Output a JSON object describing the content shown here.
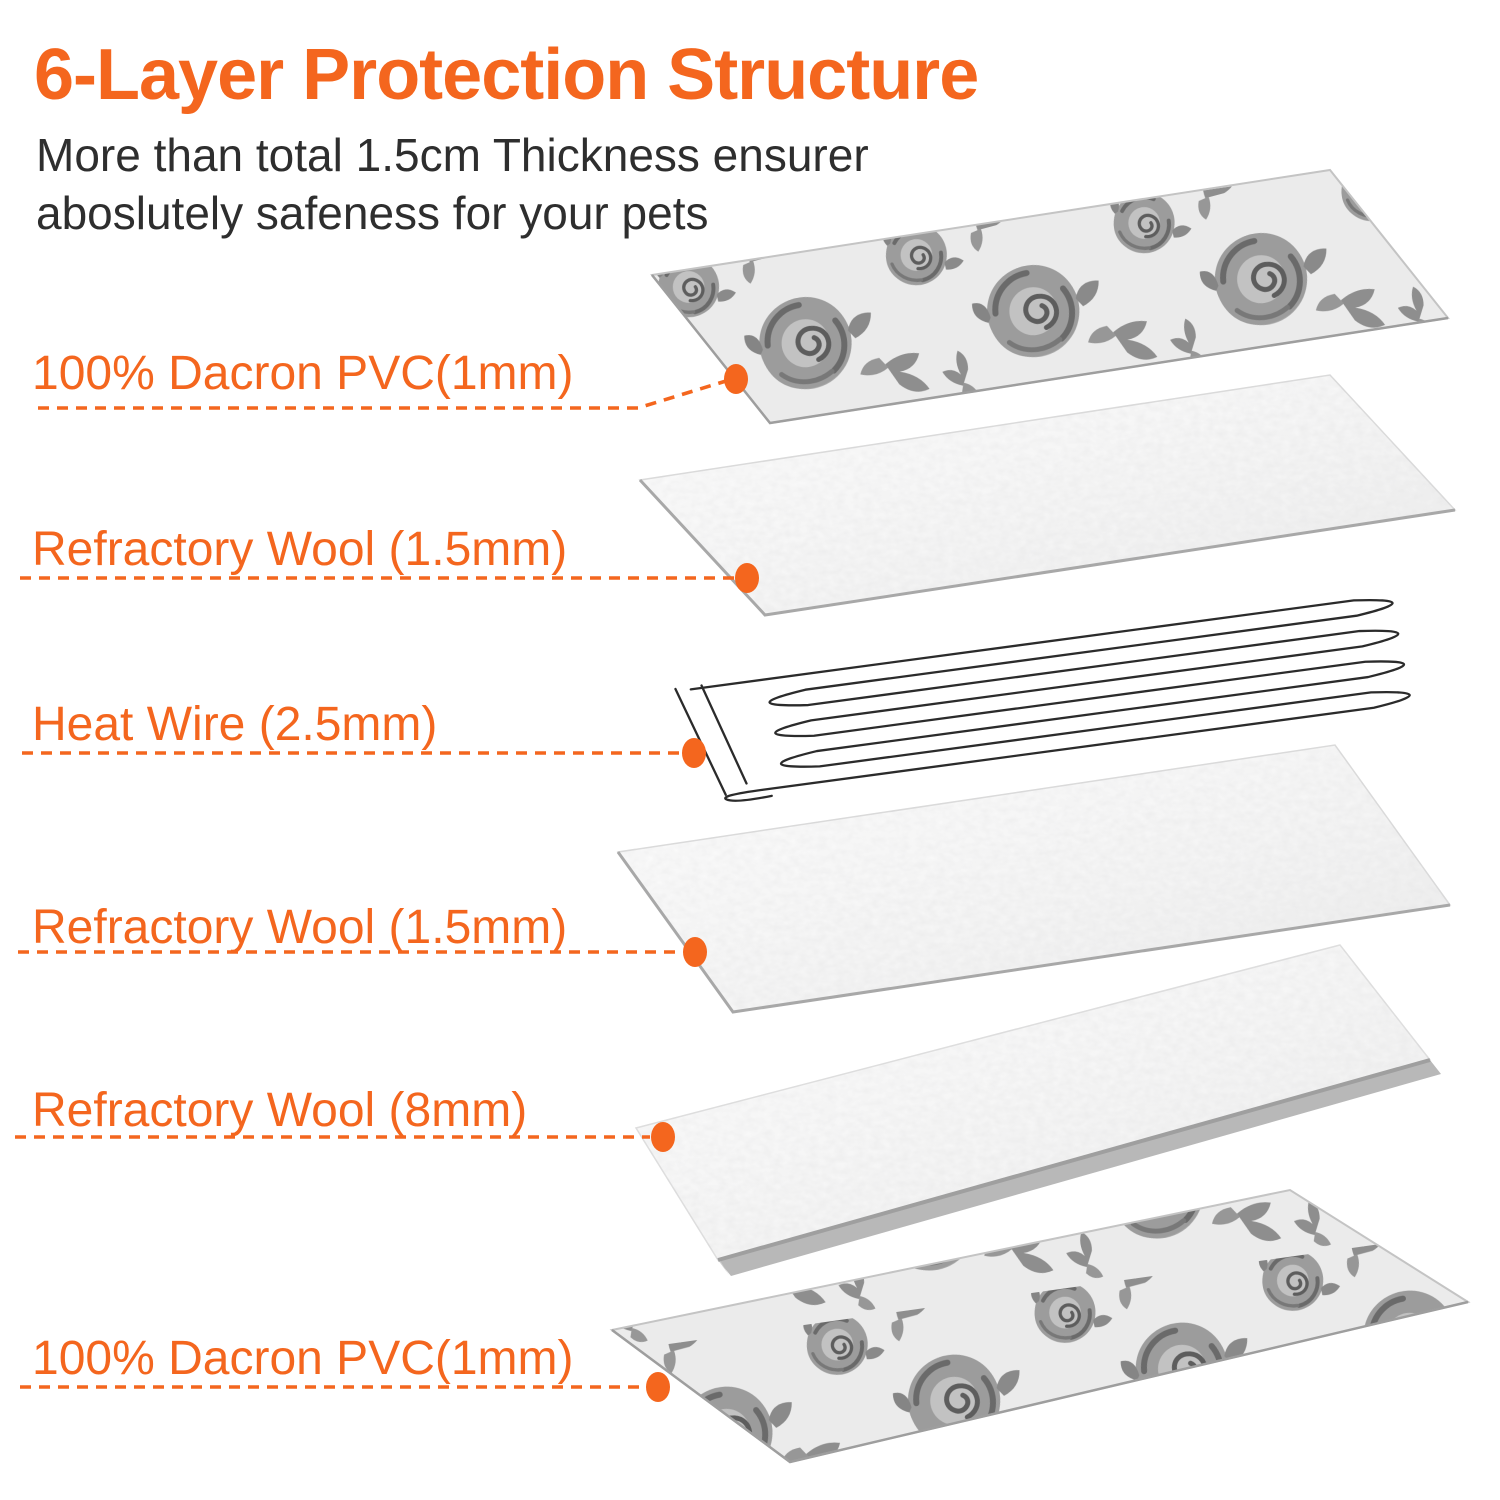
{
  "header": {
    "title": "6-Layer Protection Structure",
    "subtitle_line1": "More than total 1.5cm Thickness ensurer",
    "subtitle_line2": "aboslutely safeness for your pets"
  },
  "colors": {
    "accent_orange": "#F4661E",
    "subtitle_text": "#2E2E2E",
    "wire_ink": "#2B2B2B",
    "floral_gray": "#9C9C9C"
  },
  "layers": [
    {
      "label": "100% Dacron PVC(1mm)",
      "material": "dacron-pvc-floral-sheet"
    },
    {
      "label": "Refractory Wool (1.5mm)",
      "material": "refractory-wool-sheet"
    },
    {
      "label": "Heat Wire (2.5mm)",
      "material": "serpentine-heat-wire"
    },
    {
      "label": "Refractory Wool (1.5mm)",
      "material": "refractory-wool-sheet"
    },
    {
      "label": "Refractory Wool (8mm)",
      "material": "refractory-wool-sheet"
    },
    {
      "label": "100% Dacron PVC(1mm)",
      "material": "dacron-pvc-floral-sheet"
    }
  ]
}
